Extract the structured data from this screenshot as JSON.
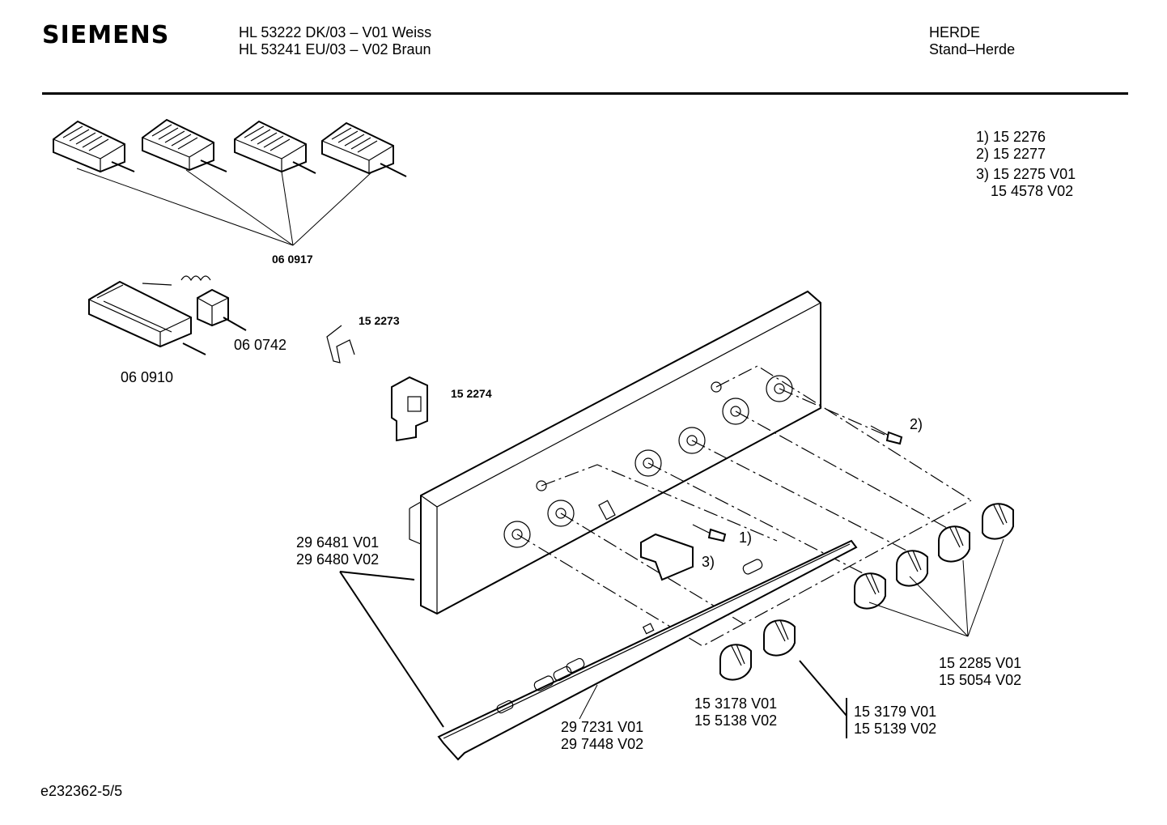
{
  "header": {
    "brand": "SIEMENS",
    "model_line_1": "HL 53222 DK/03 – V01 Weiss",
    "model_line_2": "HL 53241 EU/03 – V02 Braun",
    "category": "HERDE",
    "subcategory": "Stand–Herde"
  },
  "legend": {
    "item_1": "1) 15 2276",
    "item_2": "2) 15 2277",
    "item_3": "3) 15 2275 V01",
    "item_3b": "15 4578 V02"
  },
  "parts": {
    "switches": "06 0917",
    "thermostat_a": "06 0742",
    "thermostat_b": "06 0910",
    "spring": "15 2273",
    "holder": "15 2274",
    "panel_v01": "29 6481 V01",
    "panel_v02": "29 6480 V02",
    "strip_v01": "29 7231 V01",
    "strip_v02": "29 7448 V02",
    "knob_a_v01": "15 3178 V01",
    "knob_a_v02": "15 5138 V02",
    "knob_b_v01": "15 3179 V01",
    "knob_b_v02": "15 5139 V02",
    "knob_c_v01": "15 2285 V01",
    "knob_c_v02": "15 5054 V02",
    "callout_1": "1)",
    "callout_2": "2)",
    "callout_3": "3)"
  },
  "footer": {
    "doc_id": "e232362-5/5"
  }
}
